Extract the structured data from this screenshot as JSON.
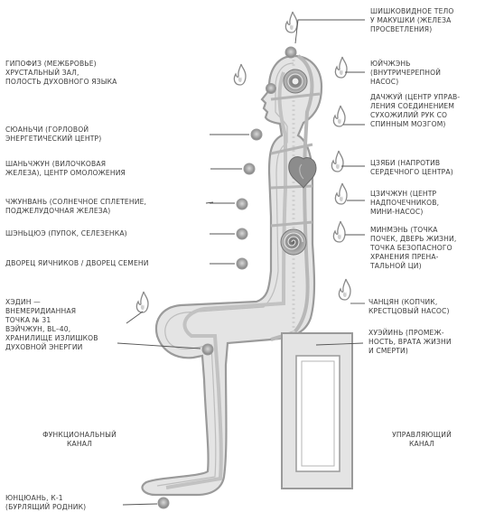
{
  "labels": {
    "pineal": "ШИШКОВИДНОЕ ТЕЛО\nУ МАКУШКИ (ЖЕЛЕЗА\nПРОСВЕТЛЕНИЯ)",
    "pituitary": "ГИПОФИЗ (МЕЖБРОВЬЕ)\nХРУСТАЛЬНЫЙ ЗАЛ,\nПОЛОСТЬ ДУХОВНОГО ЯЗЫКА",
    "yuzhen": "ЮЙЧЖЭНЬ\n(ВНУТРИЧЕРЕПНОЙ\nНАСОС)",
    "dazhui": "ДАЧЖУЙ (ЦЕНТР УПРАВ-\nЛЕНИЯ СОЕДИНЕНИЕМ\nСУХОЖИЛИЙ РУК СО\nСПИННЫМ МОЗГОМ)",
    "throat": "СЮАНЬЧИ (ГОРЛОВОЙ\nЭНЕРГЕТИЧЕСКИЙ ЦЕНТР)",
    "thymus": "ШАНЬЧЖУН (ВИЛОЧКОВАЯ\nЖЕЛЕЗА), ЦЕНТР ОМОЛОЖЕНИЯ",
    "jiabi": "ЦЗЯБИ (НАПРОТИВ\nСЕРДЕЧНОГО ЦЕНТРА)",
    "solar": "ЧЖУНВАНЬ (СОЛНЕЧНОЕ СПЛЕТЕНИЕ,\nПОДЖЕЛУДОЧНАЯ ЖЕЛЕЗА)",
    "jizhong": "ЦЗИЧЖУН (ЦЕНТР\nНАДПОЧЕЧНИКОВ,\nМИНИ-НАСОС)",
    "navel": "ШЭНЬЦЮЭ (ПУПОК, СЕЛЕЗЕНКА)",
    "mingmen": "МИНМЭНЬ (ТОЧКА\nПОЧЕК, ДВЕРЬ ЖИЗНИ,\nТОЧКА БЕЗОПАСНОГО\nХРАНЕНИЯ ПРЕНА-\nТАЛЬНОЙ ЦИ)",
    "ovaries": "ДВОРЕЦ ЯИЧНИКОВ / ДВОРЕЦ СЕМЕНИ",
    "hedin": "ХЭДИН —\nВНЕМЕРИДИАННАЯ\nТОЧКА № 31\nВЭЙЧЖУН, BL–40,\nХРАНИЛИЩЕ ИЗЛИШКОВ\nДУХОВНОЙ ЭНЕРГИИ",
    "changqiang": "ЧАНЦЯН (КОПЧИК,\nКРЕСТЦОВЫЙ НАСОС)",
    "huiyin": "ХУЭЙИНЬ (ПРОМЕЖ-\nНОСТЬ, ВРАТА ЖИЗНИ\nИ СМЕРТИ)",
    "functional": "ФУНКЦИОНАЛЬНЫЙ\nКАНАЛ",
    "governing": "УПРАВЛЯЮЩИЙ\nКАНАЛ",
    "yongquan": "ЮНЦЮАНЬ, К-1\n(БУРЛЯЩИЙ РОДНИК)"
  },
  "colors": {
    "body_fill": "#e4e4e4",
    "outline": "#9a9a9a",
    "channel": "#c9c9c9",
    "point": "#8f8f8f",
    "text": "#3a3a3a"
  }
}
